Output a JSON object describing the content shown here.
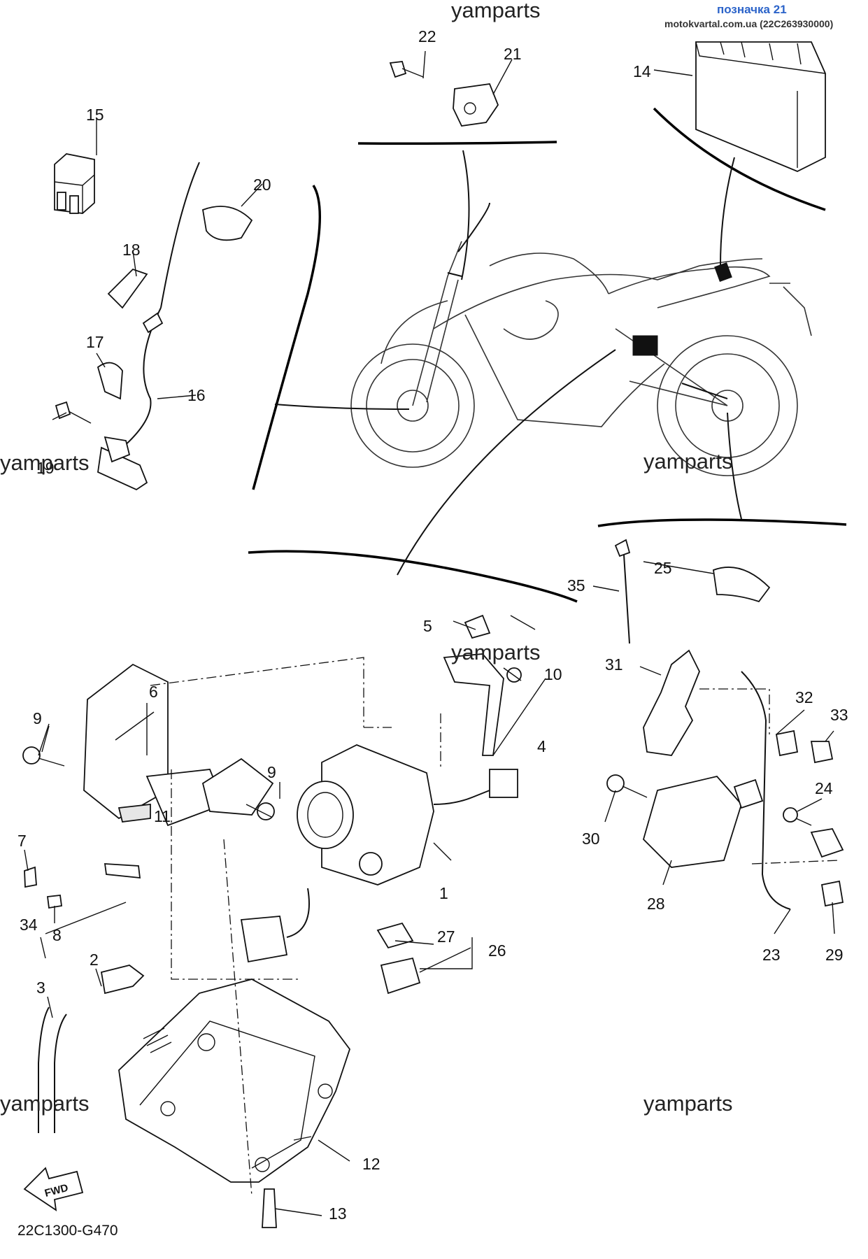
{
  "header": {
    "title": "позначка 21",
    "source": "motokvartal.com.ua (22C263930000)"
  },
  "watermarks": [
    "yamparts",
    "yamparts",
    "yamparts",
    "yamparts",
    "yamparts",
    "yamparts"
  ],
  "diagram_code": "22C1300-G470",
  "fwd_label": "FWD",
  "callouts": {
    "c1": "1",
    "c2": "2",
    "c3": "3",
    "c4": "4",
    "c5": "5",
    "c6": "6",
    "c7": "7",
    "c8": "8",
    "c9a": "9",
    "c9b": "9",
    "c10": "10",
    "c11": "11",
    "c12": "12",
    "c13": "13",
    "c14": "14",
    "c15": "15",
    "c16": "16",
    "c17": "17",
    "c18": "18",
    "c19": "19",
    "c20": "20",
    "c21": "21",
    "c22": "22",
    "c23": "23",
    "c24": "24",
    "c25": "25",
    "c26": "26",
    "c27": "27",
    "c28": "28",
    "c29": "29",
    "c30": "30",
    "c31": "31",
    "c32": "32",
    "c33": "33",
    "c34": "34",
    "c35": "35"
  }
}
